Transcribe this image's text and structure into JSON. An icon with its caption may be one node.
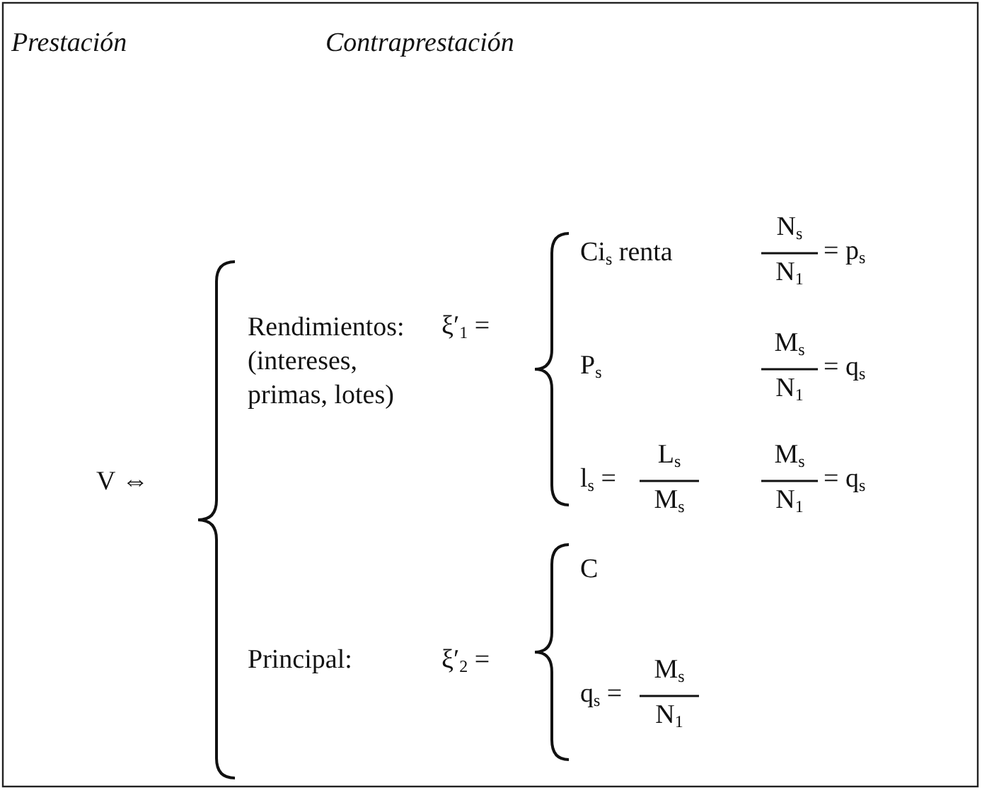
{
  "diagram": {
    "labels": [
      "Prestación",
      "Contraprestación",
      "Ci$_{s}$ renta",
      "N$_{s}$",
      "N$_{1}$",
      "= p$_{s}$",
      "Rendimientos: (intereses, primas, lotes)",
      "ξ′$_{1}$ =",
      "P$_{s}$",
      "M$_{s}$",
      "N$_{1}$",
      "= q$_{s}$",
      "V ⇔",
      "l$_{s}$ =",
      "L$_{s}$",
      "M$_{s}$",
      "M$_{s}$",
      "N$_{1}$",
      "= q$_{s}$",
      "C",
      "Principal:",
      "ξ′$_{2}$ =",
      "q$_{s}$ =",
      "M$_{s}$",
      "N$_{1}$"
    ]
  }
}
